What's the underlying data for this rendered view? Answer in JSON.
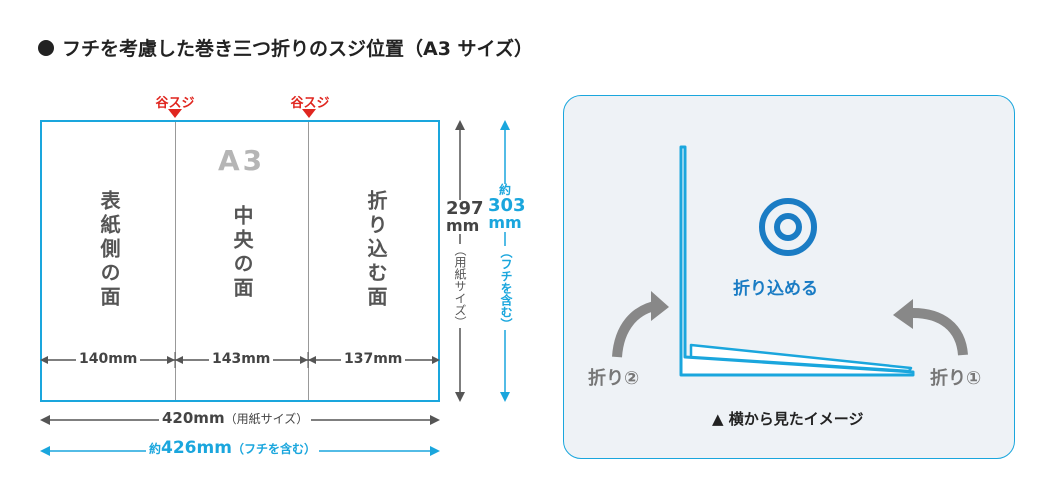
{
  "title": "フチを考慮した巻き三つ折りのスジ位置（A3 サイズ）",
  "valley_label": "谷スジ",
  "sheet_size_label": "A3",
  "panels": [
    {
      "label": "表紙側の面",
      "width_label": "140mm"
    },
    {
      "label": "中央の面",
      "width_label": "143mm"
    },
    {
      "label": "折り込む面",
      "width_label": "137mm"
    }
  ],
  "height": {
    "paper_value": "297",
    "paper_unit": "mm",
    "paper_note": "（用紙サイズ）",
    "approx_prefix": "約",
    "bleed_value": "303",
    "bleed_unit": "mm",
    "bleed_note": "（フチを含む）"
  },
  "width": {
    "paper_value": "420mm",
    "paper_note": "（用紙サイズ）",
    "approx_prefix": "約",
    "bleed_value": "426mm",
    "bleed_note": "（フチを含む）"
  },
  "side_view": {
    "ok_label": "折り込める",
    "fold1_label": "折り①",
    "fold2_label": "折り②",
    "caption": "▲ 横から見たイメージ"
  },
  "colors": {
    "accent_blue": "#1aa6dd",
    "dark_blue": "#1a7cc4",
    "valley_red": "#e0261f",
    "arrow_gray": "#888888",
    "box_bg": "#eef2f6"
  }
}
